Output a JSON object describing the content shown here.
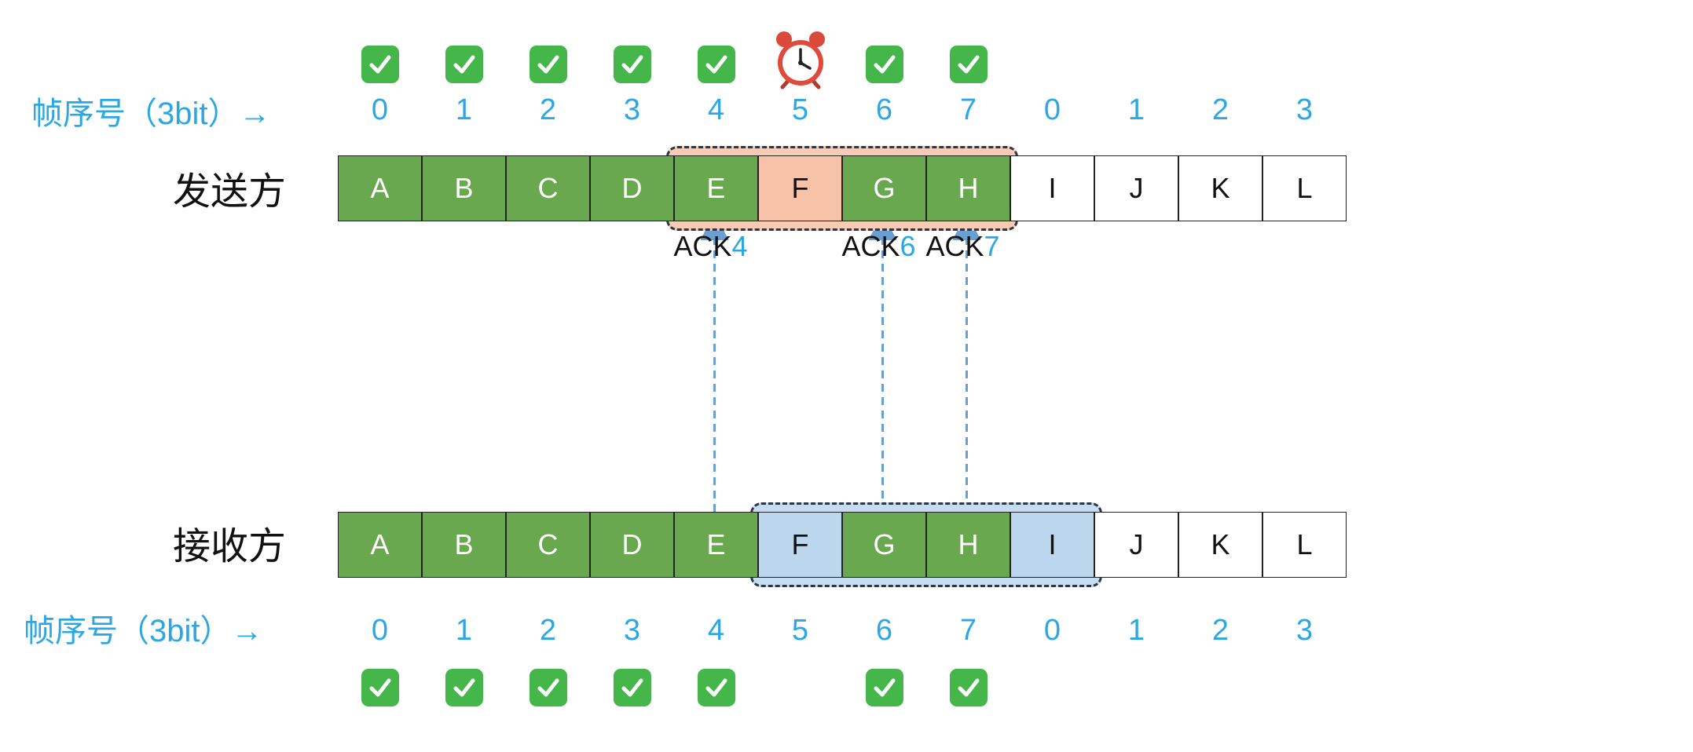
{
  "sender": {
    "role_label": "发送方",
    "seq_label": "帧序号（3bit）→",
    "frames": [
      {
        "label": "A",
        "state": "green"
      },
      {
        "label": "B",
        "state": "green"
      },
      {
        "label": "C",
        "state": "green"
      },
      {
        "label": "D",
        "state": "green"
      },
      {
        "label": "E",
        "state": "green"
      },
      {
        "label": "F",
        "state": "orange"
      },
      {
        "label": "G",
        "state": "green"
      },
      {
        "label": "H",
        "state": "green"
      },
      {
        "label": "I",
        "state": "white"
      },
      {
        "label": "J",
        "state": "white"
      },
      {
        "label": "K",
        "state": "white"
      },
      {
        "label": "L",
        "state": "white"
      }
    ],
    "window": {
      "start": 4,
      "end": 7
    },
    "marks": [
      "check",
      "check",
      "check",
      "check",
      "check",
      "clock",
      "check",
      "check"
    ],
    "timeout_icon": "alarm-clock-icon"
  },
  "receiver": {
    "role_label": "接收方",
    "seq_label": "帧序号（3bit）→",
    "frames": [
      {
        "label": "A",
        "state": "green"
      },
      {
        "label": "B",
        "state": "green"
      },
      {
        "label": "C",
        "state": "green"
      },
      {
        "label": "D",
        "state": "green"
      },
      {
        "label": "E",
        "state": "green"
      },
      {
        "label": "F",
        "state": "blue"
      },
      {
        "label": "G",
        "state": "green"
      },
      {
        "label": "H",
        "state": "green"
      },
      {
        "label": "I",
        "state": "blue"
      },
      {
        "label": "J",
        "state": "white"
      },
      {
        "label": "K",
        "state": "white"
      },
      {
        "label": "L",
        "state": "white"
      }
    ],
    "window": {
      "start": 5,
      "end": 8
    },
    "marks": [
      "check",
      "check",
      "check",
      "check",
      "check",
      "none",
      "check",
      "check"
    ]
  },
  "seq_numbers": [
    "0",
    "1",
    "2",
    "3",
    "4",
    "5",
    "6",
    "7",
    "0",
    "1",
    "2",
    "3"
  ],
  "acks": [
    {
      "text": "ACK",
      "num": "4",
      "frame": 4
    },
    {
      "text": "ACK",
      "num": "6",
      "frame": 6
    },
    {
      "text": "ACK",
      "num": "7",
      "frame": 7
    }
  ],
  "colors": {
    "green": "#6aa84f",
    "orange": "#f6c3a9",
    "blue": "#bcd6ee",
    "accent": "#2aa7e4",
    "check": "#45b649",
    "arrow": "#6a9fd4"
  }
}
